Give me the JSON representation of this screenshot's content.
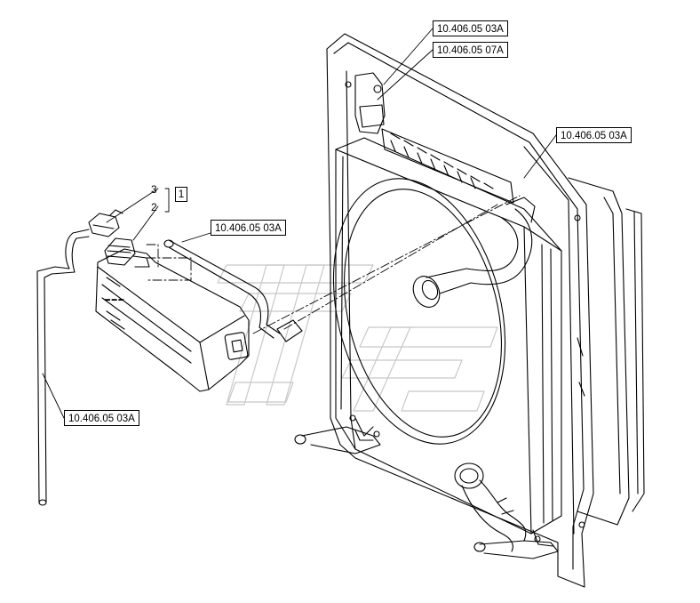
{
  "references": {
    "top_first": "10.406.05 03A",
    "top_second": "10.406.05 07A",
    "right": "10.406.05 03A",
    "hose": "10.406.05 03A",
    "bottom_left": "10.406.05 03A"
  },
  "items": {
    "box": "1",
    "label_2": "2",
    "label_3": "3"
  }
}
